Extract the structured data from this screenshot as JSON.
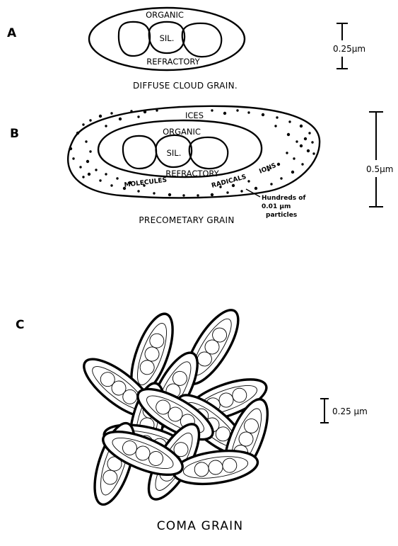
{
  "panels": {
    "a": {
      "letter": "A",
      "labels": {
        "organic": "ORGANIC",
        "sil": "SIL.",
        "refractory": "REFRACTORY"
      },
      "caption": "DIFFUSE CLOUD GRAIN.",
      "scale": "0.25µm"
    },
    "b": {
      "letter": "B",
      "labels": {
        "ices": "ICES",
        "organic": "ORGANIC",
        "sil": "SIL.",
        "refractory": "REFRACTORY",
        "molecules": "MOLECULES",
        "radicals": "RADICALS",
        "ions": "IONS",
        "particles_line1": "Hundreds of",
        "particles_line2": "0.01 µm",
        "particles_line3": "particles"
      },
      "caption": "PRECOMETARY GRAIN",
      "scale": "0.5µm"
    },
    "c": {
      "letter": "C",
      "caption": "COMA GRAIN",
      "scale": "0.25 µm"
    }
  }
}
